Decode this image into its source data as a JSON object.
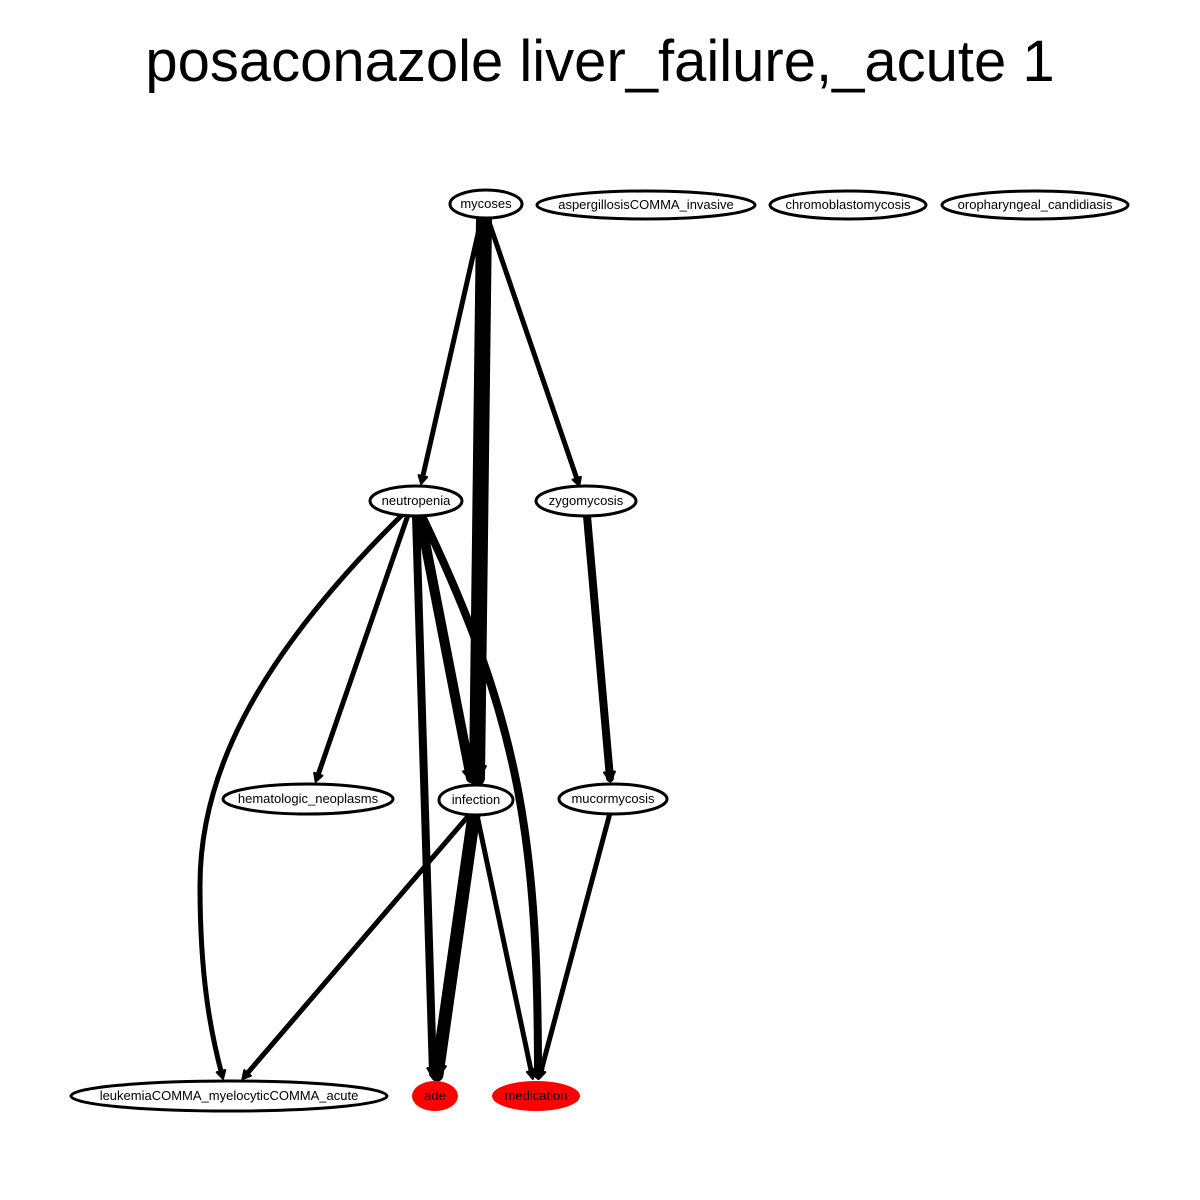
{
  "title": "posaconazole liver_failure,_acute 1",
  "nodes": [
    {
      "id": "mycoses",
      "label": "mycoses",
      "highlight": false
    },
    {
      "id": "aspergillosis",
      "label": "aspergillosisCOMMA_invasive",
      "highlight": false
    },
    {
      "id": "chromoblastomycosis",
      "label": "chromoblastomycosis",
      "highlight": false
    },
    {
      "id": "oropharyngeal",
      "label": "oropharyngeal_candidiasis",
      "highlight": false
    },
    {
      "id": "neutropenia",
      "label": "neutropenia",
      "highlight": false
    },
    {
      "id": "zygomycosis",
      "label": "zygomycosis",
      "highlight": false
    },
    {
      "id": "hematologic",
      "label": "hematologic_neoplasms",
      "highlight": false
    },
    {
      "id": "infection",
      "label": "infection",
      "highlight": false
    },
    {
      "id": "mucormycosis",
      "label": "mucormycosis",
      "highlight": false
    },
    {
      "id": "leukemia",
      "label": "leukemiaCOMMA_myelocyticCOMMA_acute",
      "highlight": false
    },
    {
      "id": "ade",
      "label": "ade",
      "highlight": true
    },
    {
      "id": "medication",
      "label": "medication",
      "highlight": true
    }
  ],
  "edges": [
    {
      "from": "mycoses",
      "to": "infection",
      "weight": 5
    },
    {
      "from": "mycoses",
      "to": "neutropenia",
      "weight": 1
    },
    {
      "from": "mycoses",
      "to": "zygomycosis",
      "weight": 1
    },
    {
      "from": "neutropenia",
      "to": "leukemia",
      "weight": 1
    },
    {
      "from": "neutropenia",
      "to": "hematologic",
      "weight": 1
    },
    {
      "from": "neutropenia",
      "to": "ade",
      "weight": 2
    },
    {
      "from": "neutropenia",
      "to": "infection",
      "weight": 3
    },
    {
      "from": "neutropenia",
      "to": "medication",
      "weight": 2
    },
    {
      "from": "zygomycosis",
      "to": "mucormycosis",
      "weight": 2
    },
    {
      "from": "infection",
      "to": "leukemia",
      "weight": 1
    },
    {
      "from": "infection",
      "to": "ade",
      "weight": 4
    },
    {
      "from": "infection",
      "to": "medication",
      "weight": 1
    },
    {
      "from": "mucormycosis",
      "to": "medication",
      "weight": 1
    }
  ],
  "colors": {
    "highlight_fill": "#ff0000",
    "node_fill": "#ffffff",
    "stroke": "#000000"
  }
}
